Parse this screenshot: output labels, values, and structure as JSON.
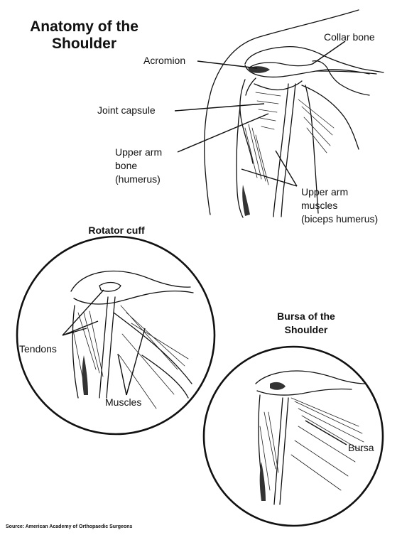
{
  "title": {
    "line1": "Anatomy of the",
    "line2": "Shoulder"
  },
  "main_labels": {
    "collar_bone": "Collar bone",
    "acromion": "Acromion",
    "joint_capsule": "Joint capsule",
    "upper_arm_bone_1": "Upper arm",
    "upper_arm_bone_2": "bone",
    "upper_arm_bone_3": "(humerus)",
    "upper_arm_muscles_1": "Upper arm",
    "upper_arm_muscles_2": "muscles",
    "upper_arm_muscles_3": "(biceps humerus)"
  },
  "rotator_cuff": {
    "heading": "Rotator cuff",
    "tendons": "Tendons",
    "muscles": "Muscles"
  },
  "bursa": {
    "heading_1": "Bursa of the",
    "heading_2": "Shoulder",
    "label": "Bursa"
  },
  "source": "Source: American Academy of Orthopaedic Surgeons"
}
